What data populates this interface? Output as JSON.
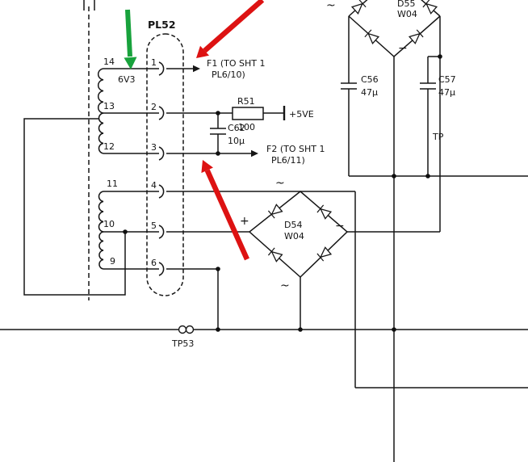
{
  "transformer": {
    "taps": [
      "14",
      "13",
      "12",
      "11",
      "10",
      "9"
    ],
    "winding_voltage": "6V3"
  },
  "connector": {
    "label": "PL52",
    "pins": [
      "1",
      "2",
      "3",
      "4",
      "5",
      "6"
    ]
  },
  "signals": {
    "f1_line1": "F1 (TO SHT 1",
    "f1_line2": "PL6/10)",
    "f2_line1": "F2 (TO SHT 1",
    "f2_line2": "PL6/11)",
    "rail": "+5VE"
  },
  "components": {
    "r51_ref": "R51",
    "r51_val": "100",
    "c62_ref": "C62",
    "c62_val": "10µ",
    "c56_ref": "C56",
    "c56_val": "47µ",
    "c57_ref": "C57",
    "c57_val": "47µ",
    "d54_ref": "D54",
    "d54_type": "W04",
    "d55_ref": "D55",
    "d55_type": "W04"
  },
  "testpoints": {
    "tp53": "TP53",
    "tp_partial": "TP"
  },
  "polarity": {
    "plus": "+",
    "minus_d54": "−",
    "minus_d55": "−",
    "ac_d54_top": "~",
    "ac_d54_bottom": "~",
    "ac_d55": "~"
  },
  "colors": {
    "annotation_red": "#dd1212",
    "annotation_green": "#18a23c",
    "line": "#161616",
    "background": "#ffffff"
  }
}
